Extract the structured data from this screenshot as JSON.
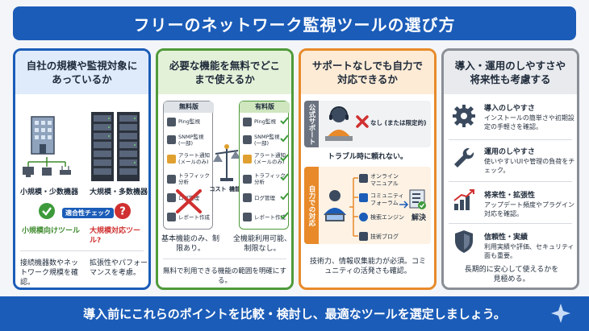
{
  "header": {
    "title": "フリーのネットワーク監視ツールの選び方"
  },
  "footer": {
    "text": "導入前にこれらのポイントを比較・検討し、最適なツールを選定しましょう。"
  },
  "card1": {
    "title": "自社の規模や監視対象にあっているか",
    "small_label": "小規模・少数機器",
    "large_label": "大規模・多数機器",
    "check_pill": "適合性チェック",
    "small_tool": "小規模向けツール",
    "large_tool": "大規模対応ツール?",
    "note_left": "接続機器数やネットワーク規模を確認。",
    "note_right": "拡張性やパフォーマンスを考慮。"
  },
  "card2": {
    "title": "必要な機能を無料でどこまで使えるか",
    "free_label": "無料版",
    "paid_label": "有料版",
    "cost_label": "コスト",
    "func_label": "機能",
    "free_items": [
      "Ping監視",
      "SNMP監視 (一部)",
      "アラート通知 (メールのみ)",
      "トラフィック 分析",
      "ログ管理",
      "レポート作成"
    ],
    "paid_items": [
      "Ping監視",
      "SNMP監視 (一部)",
      "アラート通知 (メールのみ)",
      "トラフィック 分析",
      "ログ管理",
      "レポート作成"
    ],
    "note_left": "基本機能のみ、制限あり。",
    "note_right": "全機能利用可能、制限なし。",
    "note_bottom": "無料で利用できる機能の範囲を明確にする。"
  },
  "card3": {
    "title": "サポートなしでも自力で対応できるか",
    "official_label": "公式サポート",
    "none_label": "なし (または限定的)",
    "no_rely": "トラブル時に頼れない。",
    "self_label": "自力での対応",
    "resources": [
      "オンライン マニュアル",
      "コミュニティ フォーラム",
      "検索エンジン",
      "技術ブログ"
    ],
    "resolve": "解決",
    "note": "技術力、情報収集能力が必須。コミュニティの活発さも確認。"
  },
  "card4": {
    "title": "導入・運用のしやすさや将来性も考慮する",
    "items": [
      {
        "title": "導入のしやすさ",
        "desc": "インストールの簡単さや初期設定の手軽さを確認。",
        "icon": "gear-icon"
      },
      {
        "title": "運用のしやすさ",
        "desc": "使いやすいUIや管理の負荷をチェック。",
        "icon": "wrench-icon"
      },
      {
        "title": "将来性・拡張性",
        "desc": "アップデート頻度やプラグイン対応を確認。",
        "icon": "growth-chart-icon"
      },
      {
        "title": "信頼性・実績",
        "desc": "利用実績や評価、セキュリティ面も重要。",
        "icon": "shield-icon"
      }
    ],
    "note": "長期的に安心して使えるかを見極める。"
  },
  "colors": {
    "brand": "#1b5cb8",
    "green": "#4f9a3a",
    "orange": "#e88a2a",
    "gray": "#8a8f96",
    "red": "#d03030"
  }
}
